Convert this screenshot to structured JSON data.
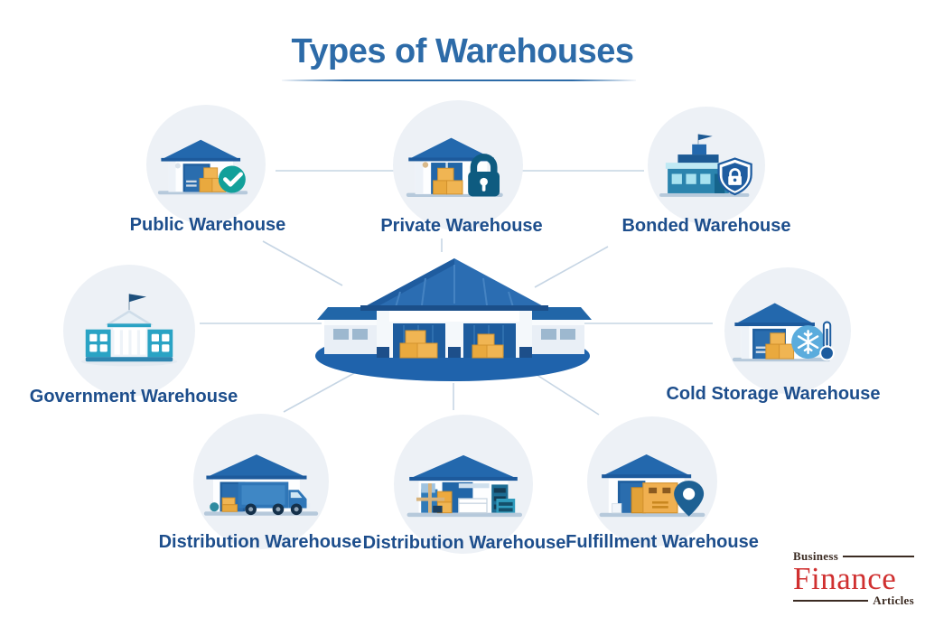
{
  "title": "Types of Warehouses",
  "nodes": [
    {
      "id": "public",
      "label": "Public Warehouse",
      "badge": "checkmark-badge"
    },
    {
      "id": "private",
      "label": "Private Warehouse",
      "badge": "padlock-badge"
    },
    {
      "id": "bonded",
      "label": "Bonded Warehouse",
      "badge": "shield-lock-badge"
    },
    {
      "id": "government",
      "label": "Government Warehouse",
      "badge": "government-building"
    },
    {
      "id": "cold-storage",
      "label": "Cold Storage Warehouse",
      "badge": "snowflake-thermometer-badge"
    },
    {
      "id": "distribution-truck",
      "label": "Distribution Warehouse",
      "badge": "delivery-truck"
    },
    {
      "id": "distribution-racks",
      "label": "Distribution Warehouse",
      "badge": "storage-racks"
    },
    {
      "id": "fulfillment",
      "label": "Fulfillment Warehouse",
      "badge": "location-pin-badge"
    }
  ],
  "logo": {
    "top": "Business",
    "main": "Finance",
    "bottom": "Articles"
  },
  "colors": {
    "title_blue": "#2d6ba8",
    "label_navy": "#1d4e8c",
    "roof_blue": "#2368ad",
    "bay_blue": "#1d5c9e",
    "box_orange": "#eda93f",
    "badge_teal": "#12a09a",
    "lock_teal": "#0e5b80",
    "gov_teal": "#2aa3c4",
    "cold_badge_blue": "#5bacdd",
    "pin_blue": "#1d6093",
    "connector": "#c6d5e4",
    "circle_bg": "#edf1f6",
    "logo_red": "#d03030"
  }
}
